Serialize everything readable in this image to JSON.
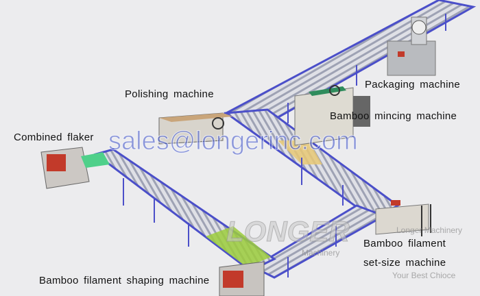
{
  "labels": {
    "packaging": "Packaging machine",
    "polishing": "Polishing machine",
    "mincing": "Bamboo mincing machine",
    "flaker": "Combined flaker",
    "setsize_line1": "Bamboo filament",
    "setsize_line2": "set-size machine",
    "shaping": "Bamboo filament shaping machine"
  },
  "watermark": {
    "email": "sales@longerinc.com",
    "logo": "LONGER",
    "logo_sub": "Machinery",
    "company": "Longer Machinery",
    "slogan": "Your Best Chioce"
  },
  "colors": {
    "conveyor_frame": "#4b4fc9",
    "rollers": "#c9cbd2",
    "background": "#ececee",
    "machine_red": "#c23a2a",
    "bamboo_green": "#9ccc3c"
  }
}
